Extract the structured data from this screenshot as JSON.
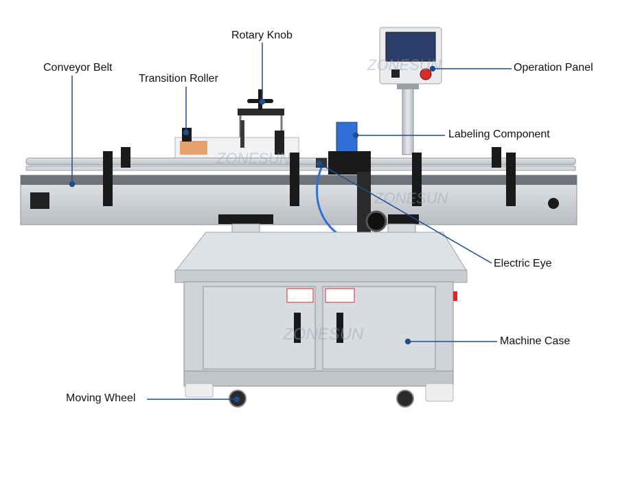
{
  "watermark": "ZONESUN",
  "colors": {
    "leader_line": "#1f4e8c",
    "steel": "#c9ccd1",
    "steel_dark": "#8e9399",
    "black_part": "#1a1a1a",
    "screen": "#2b3f6a",
    "blue_motor": "#2f6fd6"
  },
  "callouts": {
    "rotary_knob": "Rotary Knob",
    "conveyor_belt": "Conveyor Belt",
    "transition_roller": "Transition Roller",
    "operation_panel": "Operation Panel",
    "labeling_component": "Labeling Component",
    "electric_eye": "Electric Eye",
    "machine_case": "Machine Case",
    "moving_wheel": "Moving Wheel"
  }
}
